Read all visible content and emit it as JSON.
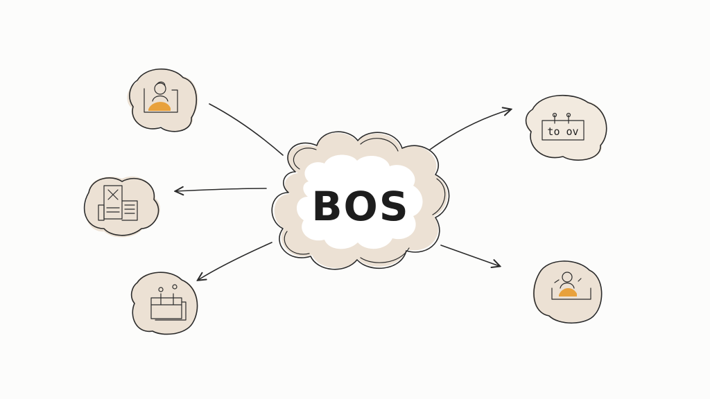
{
  "diagram": {
    "center": {
      "label": "BOS"
    },
    "nodes": [
      {
        "id": "top-left",
        "icon": "person-frame-icon"
      },
      {
        "id": "middle-left",
        "icon": "document-building-icon"
      },
      {
        "id": "bottom-left",
        "icon": "calendar-desk-icon"
      },
      {
        "id": "top-right",
        "icon": "todo-calendar-icon",
        "label": "to ov"
      },
      {
        "id": "bottom-right",
        "icon": "person-frame-icon"
      }
    ],
    "colors": {
      "ink": "#2a2a2a",
      "wash": "#e9dccc",
      "accent": "#e8a13c",
      "background": "#fcfcfb"
    }
  }
}
